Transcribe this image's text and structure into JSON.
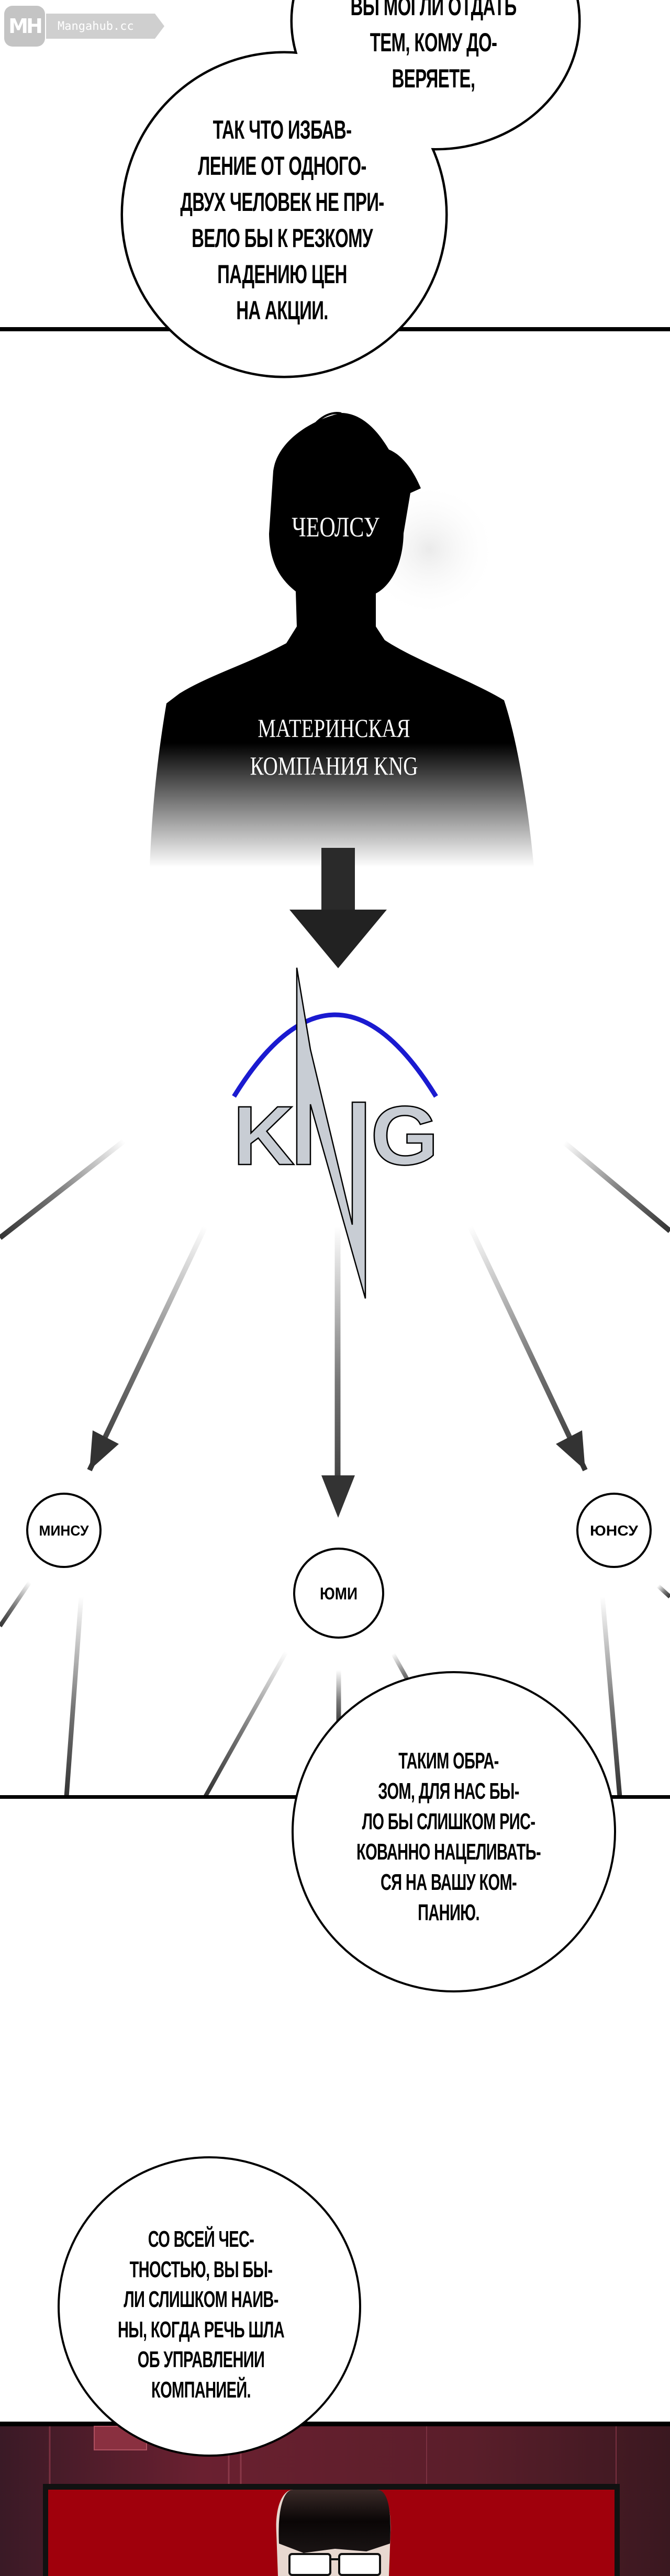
{
  "watermark": {
    "logo": "MH",
    "site": "Mangahub.cc"
  },
  "bubbles": [
    {
      "lines": [
        "ВЫ МОГЛИ ОТДАТЬ",
        "ТЕМ, КОМУ ДО-",
        "ВЕРЯЕТЕ,"
      ]
    },
    {
      "lines": [
        "ТАК ЧТО ИЗБАВ-",
        "ЛЕНИЕ ОТ ОДНОГО-",
        "ДВУХ ЧЕЛОВЕК НЕ ПРИ-",
        "ВЕЛО БЫ К РЕЗКОМУ",
        "ПАДЕНИЮ ЦЕН",
        "НА АКЦИИ."
      ]
    },
    {
      "lines": [
        "ТАКИМ ОБРА-",
        "ЗОМ, ДЛЯ НАС БЫ-",
        "ЛО БЫ СЛИШКОМ РИС-",
        "КОВАННО НАЦЕЛИВАТЬ-",
        "СЯ НА ВАШУ КОМ-",
        "ПАНИЮ."
      ]
    },
    {
      "lines": [
        "СО ВСЕЙ ЧЕС-",
        "ТНОСТЬЮ, ВЫ БЫ-",
        "ЛИ СЛИШКОМ НАИВ-",
        "НЫ, КОГДА РЕЧЬ ШЛА",
        "ОБ УПРАВЛЕНИИ",
        "КОМПАНИЕЙ."
      ]
    }
  ],
  "silhouette": {
    "name": "ЧЕОЛСУ",
    "caption_line1": "МАТЕРИНСКАЯ",
    "caption_line2": "КОМПАНИЯ KNG"
  },
  "logo": {
    "k": "K",
    "g": "G",
    "text": "KNG",
    "arc_color": "#1a1ad0"
  },
  "nodes": {
    "left": "МИНСУ",
    "center": "ЮМИ",
    "right": "ЮНСУ"
  },
  "colors": {
    "panel_bg": "#5a1e2a",
    "screen_red": "#a0000c"
  }
}
